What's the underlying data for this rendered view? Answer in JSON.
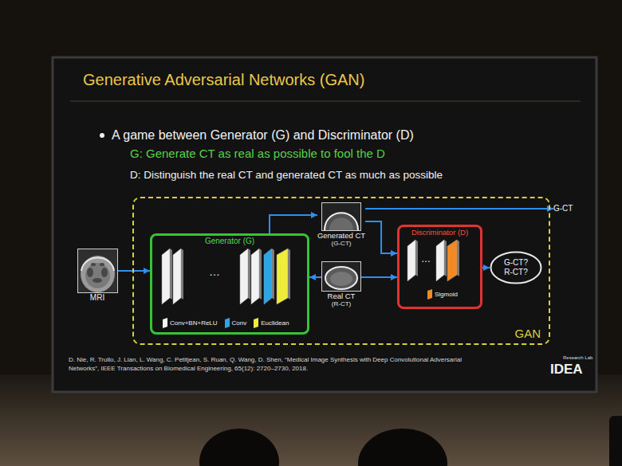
{
  "diagram": {
    "title": "Generative Adversarial Networks (GAN)",
    "nodes": [
      {
        "text": [
          "MRI"
        ]
      },
      {
        "text": [
          "GAN"
        ]
      },
      {
        "text": [
          "Generator (G)"
        ],
        "in": 1
      },
      {
        "text": [
          "Generated CT",
          "(G-CT)"
        ],
        "in": 1
      },
      {
        "text": [
          "Real CT",
          "(R-CT)"
        ],
        "in": 1
      },
      {
        "text": [
          "Discriminator (D)"
        ],
        "in": 1
      },
      {
        "text": [
          "G-CT? R-CT?"
        ],
        "in": 1
      },
      {
        "text": [
          "G-CT"
        ]
      }
    ],
    "edges": [
      {
        "from": 0,
        "to": 2,
        "arrow": "to"
      },
      {
        "from": 2,
        "to": 3,
        "arrow": "to"
      },
      {
        "from": 4,
        "to": 2,
        "arrow": "to"
      },
      {
        "from": 3,
        "to": 5,
        "arrow": "to"
      },
      {
        "from": 4,
        "to": 5,
        "arrow": "to"
      },
      {
        "from": 3,
        "to": 7,
        "arrow": "to"
      },
      {
        "from": 5,
        "to": 6,
        "arrow": "to"
      }
    ],
    "labels": [
      "A game between Generator (G) and Discriminator (D)",
      "G: Generate CT as real as possible to fool the D",
      "D: Distinguish the real CT and generated CT as much as possible",
      "…",
      "…",
      "D. Nie, R. Trullo, J. Lian, L. Wang, C. Petitjean, S. Ruan, Q. Wang, D. Shen, “Medical Image Synthesis with Deep Convolutional Adversarial Networks”, IEEE Transactions on Biomedical Engineering, 65(12): 2720–2730, 2018.",
      "Research Lab",
      "IDEA"
    ],
    "legend": [
      {
        "text": "Conv+BN+ReLU",
        "color": "#f2f2f2"
      },
      {
        "text": "Conv",
        "color": "#2aa6e8"
      },
      {
        "text": "Euclidean",
        "color": "#f0ec3c"
      },
      {
        "text": "Sigmoid",
        "color": "#f08a24"
      }
    ]
  }
}
